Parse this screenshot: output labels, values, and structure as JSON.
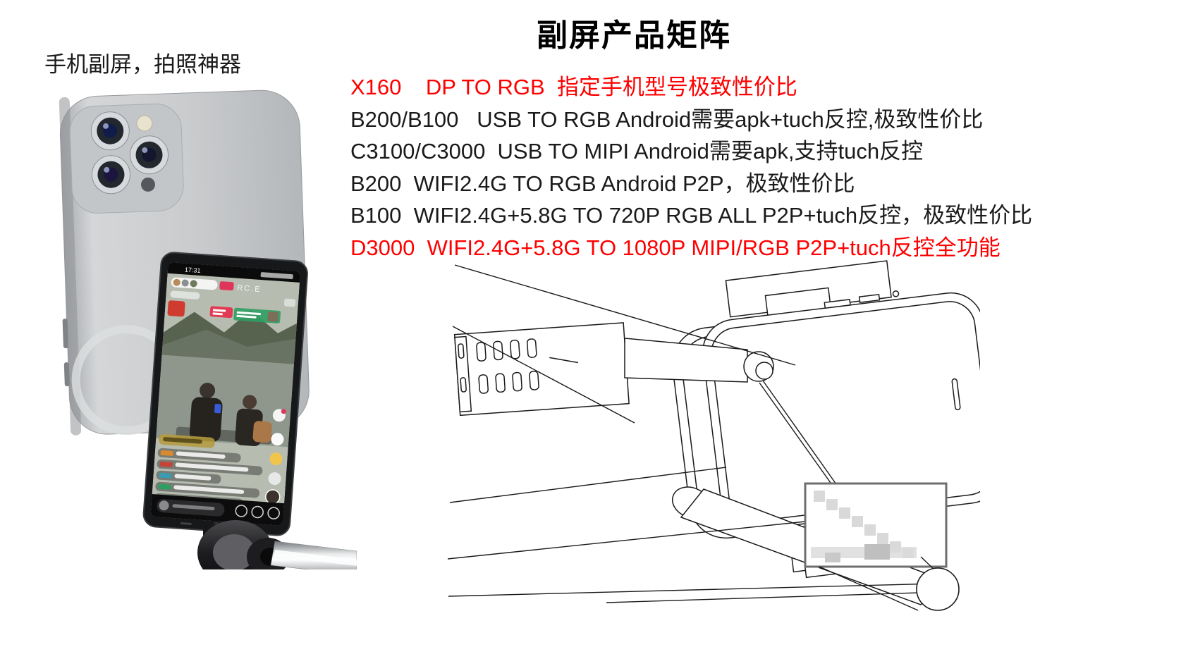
{
  "slide": {
    "title": "副屏产品矩阵",
    "left_caption": "手机副屏，拍照神器"
  },
  "colors": {
    "accent_red": "#FF0000",
    "text_black": "#1A1A1A",
    "drawing_line": "#1A1A1A",
    "watermark_box_border": "#6E6E6E"
  },
  "products": {
    "lines": [
      {
        "text": "X160    DP TO RGB  指定手机型号极致性价比",
        "color": "#FF0000"
      },
      {
        "text": "B200/B100   USB TO RGB Android需要apk+tuch反控,极致性价比",
        "color": "#1A1A1A"
      },
      {
        "text": "C3100/C3000  USB TO MIPI Android需要apk,支持tuch反控",
        "color": "#1A1A1A"
      },
      {
        "text": "B200  WIFI2.4G TO RGB Android P2P，极致性价比",
        "color": "#1A1A1A"
      },
      {
        "text": "B100  WIFI2.4G+5.8G TO 720P RGB ALL P2P+tuch反控，极致性价比",
        "color": "#1A1A1A"
      },
      {
        "text": "D3000  WIFI2.4G+5.8G TO 1080P MIPI/RGB P2P+tuch反控全功能",
        "color": "#FF0000"
      }
    ]
  },
  "phone_photo": {
    "screen_status_time": "17:31"
  }
}
